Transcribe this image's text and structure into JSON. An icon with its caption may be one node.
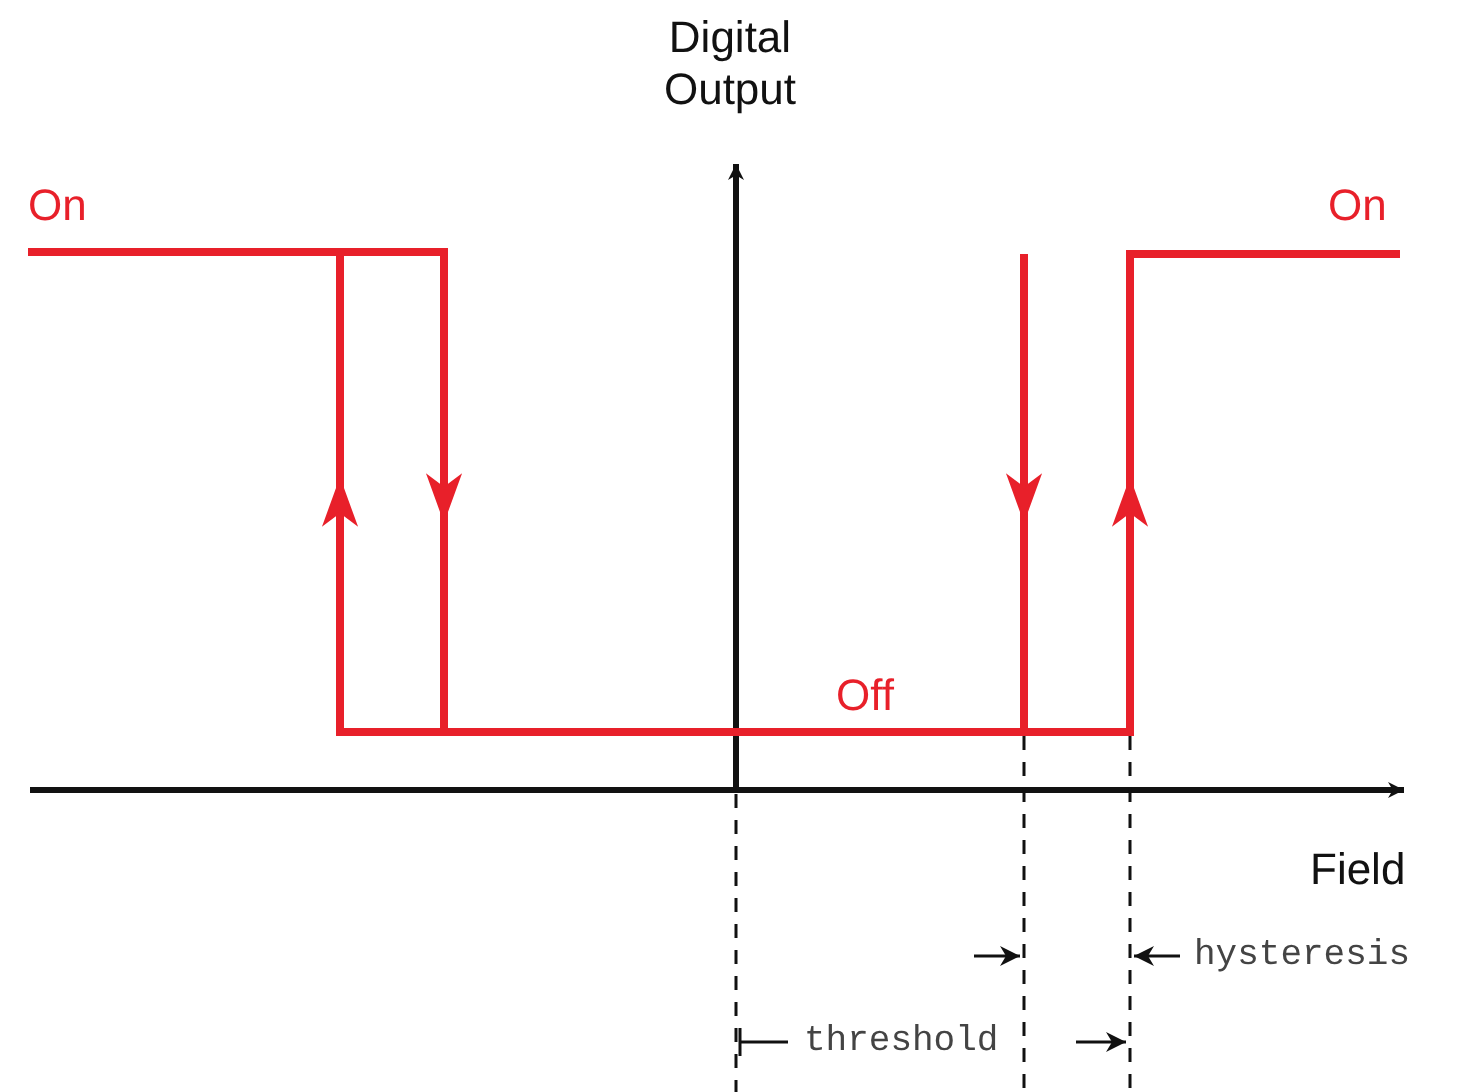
{
  "diagram": {
    "labels": [
      "Digital Output",
      "On",
      "On",
      "Off",
      "Field",
      "hysteresis",
      "threshold"
    ]
  }
}
